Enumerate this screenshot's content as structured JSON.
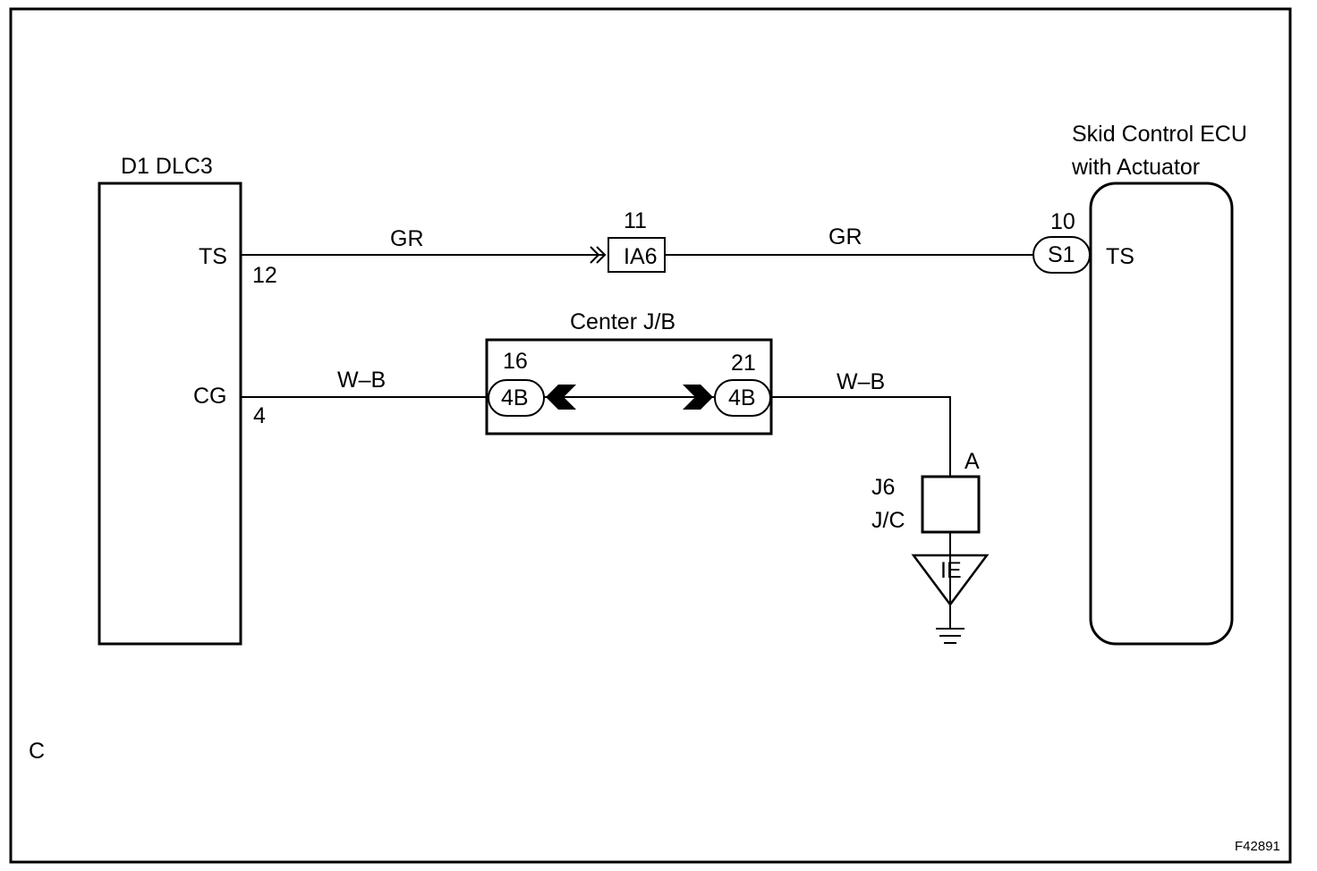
{
  "figure_code": "F42891",
  "corner_label": "C",
  "dlc3": {
    "title": "D1 DLC3",
    "pin_ts": "TS",
    "pin_ts_no": "12",
    "pin_cg": "CG",
    "pin_cg_no": "4"
  },
  "ecu": {
    "title_line1": "Skid Control ECU",
    "title_line2": "with Actuator",
    "pin_ts": "TS",
    "pin_no": "10",
    "connector": "S1"
  },
  "ts_wire": {
    "color_left": "GR",
    "color_right": "GR",
    "junction_connector": "IA6",
    "junction_pin": "11"
  },
  "center_jb": {
    "title": "Center J/B",
    "left_pin": "16",
    "left_connector": "4B",
    "right_pin": "21",
    "right_connector": "4B"
  },
  "cg_wire": {
    "color_left": "W–B",
    "color_right": "W–B"
  },
  "junction": {
    "name_line1": "J6",
    "name_line2": "J/C",
    "pin": "A"
  },
  "ground": {
    "label": "IE"
  }
}
